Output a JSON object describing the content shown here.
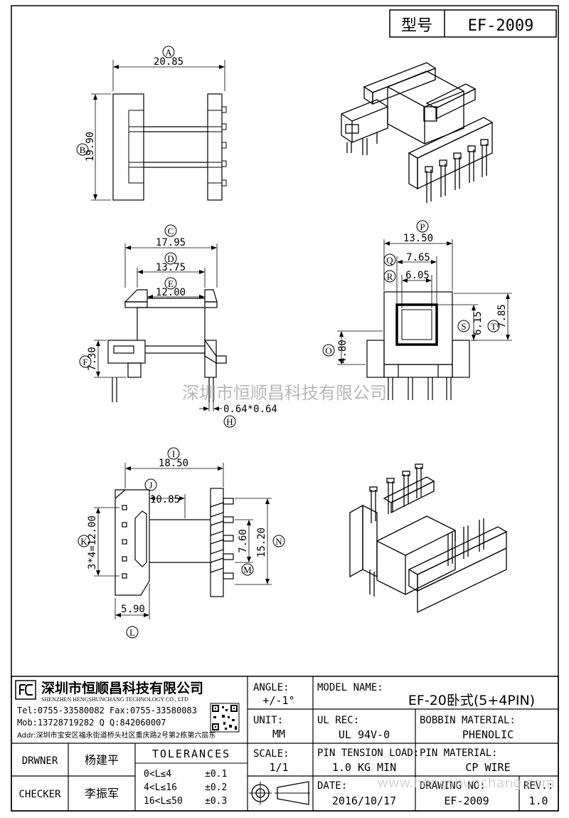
{
  "header": {
    "model_label": "型号",
    "model_value": "EF-2009"
  },
  "top_view": {
    "A_label": "A",
    "A_value": "20.85",
    "B_label": "B",
    "B_value": "19.90"
  },
  "front_view": {
    "C_label": "C",
    "C_value": "17.95",
    "D_label": "D",
    "D_value": "13.75",
    "E_label": "E",
    "E_value": "12.00",
    "F_label": "F",
    "F_value": "7.30",
    "H_label": "H",
    "H_value": "0.64*0.64"
  },
  "side_view": {
    "P_label": "P",
    "P_value": "13.50",
    "Q_label": "Q",
    "Q_value": "7.65",
    "R_label": "R",
    "R_value": "6.05",
    "S_label": "S",
    "S_value": "6.15",
    "T_label": "T",
    "T_value": "7.85",
    "O_label": "O",
    "O_value": "4.80"
  },
  "bottom_view": {
    "I_label": "I",
    "I_value": "18.50",
    "J_label": "J",
    "J_value": "10.85",
    "K_label": "K",
    "K_value": "3*4=12.00",
    "M_label": "M",
    "M_value": "7.60",
    "N_label": "N",
    "N_value": "15.20",
    "L_label": "L",
    "L_value": "5.90"
  },
  "watermark": {
    "center": "深圳市恒顺昌科技有限公司",
    "corner": "www.hengshunchang.com"
  },
  "title_block": {
    "company_cn": "深圳市恒顺昌科技有限公司",
    "company_en": "SHENZHEN HENGSHUNCHANG TECHNOLOGY CO., LTD",
    "tel": "Tel:0755-33580082 Fax:0755-33580083",
    "mob": "Mob:13728719282    Q  Q:842060007",
    "addr": "Addr:深圳市宝安区福永街道桥头社区重庆路2号第2栋第六层东",
    "angle_label": "ANGLE:",
    "angle_value": "+/-1°",
    "unit_label": "UNIT:",
    "unit_value": "MM",
    "scale_label": "SCALE:",
    "scale_value": "1/1",
    "model_name_label": "MODEL NAME:",
    "model_name_value": "EF-20卧式(5+4PIN)",
    "ul_rec_label": "UL REC:",
    "ul_rec_value": "UL 94V-0",
    "bobbin_material_label": "BOBBIN MATERIAL:",
    "bobbin_material_value": "PHENOLIC",
    "pin_tension_label": "PIN TENSION LOAD:",
    "pin_tension_value": "1.0 KG MIN",
    "pin_material_label": "PIN MATERIAL:",
    "pin_material_value": "CP WIRE",
    "date_label": "DATE:",
    "date_value": "2016/10/17",
    "drawing_no_label": "DRAWING NO:",
    "drawing_no_value": "EF-2009",
    "rev_label": "REV.:",
    "rev_value": "1.0",
    "drawer_label": "DRWNER",
    "drawer_value": "杨建平",
    "checker_label": "CHECKER",
    "checker_value": "李振军",
    "tolerances_label": "TOLERANCES",
    "tolerances": [
      {
        "range": "0<L≤4",
        "value": "±0.1"
      },
      {
        "range": "4<L≤16",
        "value": "±0.2"
      },
      {
        "range": "16<L≤50",
        "value": "±0.3"
      }
    ]
  }
}
